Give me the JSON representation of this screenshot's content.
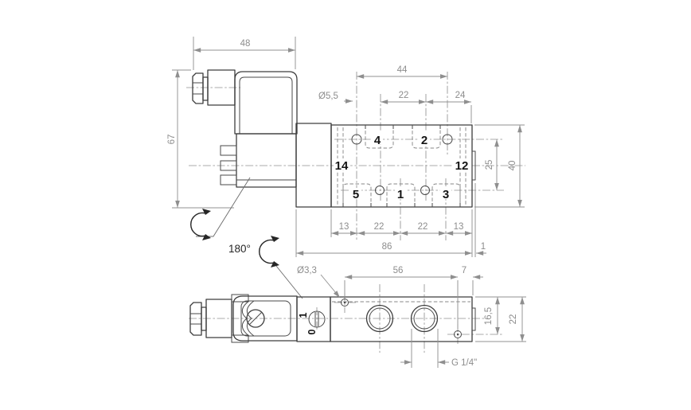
{
  "colors": {
    "background": "#ffffff",
    "geometry_line": "#3d3d3d",
    "hidden_line": "#878787",
    "centerline": "#909090",
    "dimension": "#8d8d8d",
    "port_label": "#141414",
    "annotation": "#262626"
  },
  "top_view": {
    "dims": {
      "connector_width": "48",
      "overall_height": "67",
      "mount_hole_span": "44",
      "mount_hole_dia": "Ø5,5",
      "port_pitch_top": "22",
      "edge_offset_top": "24",
      "edge_left": "13",
      "pitch_left": "22",
      "pitch_right": "22",
      "edge_right": "13",
      "body_length": "86",
      "tab_width": "1",
      "hole_row_span": "25",
      "body_width": "40"
    },
    "ports": {
      "p4": "4",
      "p2": "2",
      "p14": "14",
      "p12": "12",
      "p5": "5",
      "p1": "1",
      "p3": "3"
    }
  },
  "bottom_view": {
    "rotation_angle": "180°",
    "dims": {
      "pilot_hole_dia": "Ø3,3",
      "hole_span": "56",
      "edge_offset": "7",
      "hole_offset": "16,5",
      "body_height": "22",
      "thread_size": "G 1/4\""
    },
    "manual_override": {
      "pos_on": "1",
      "pos_off": "0"
    }
  }
}
